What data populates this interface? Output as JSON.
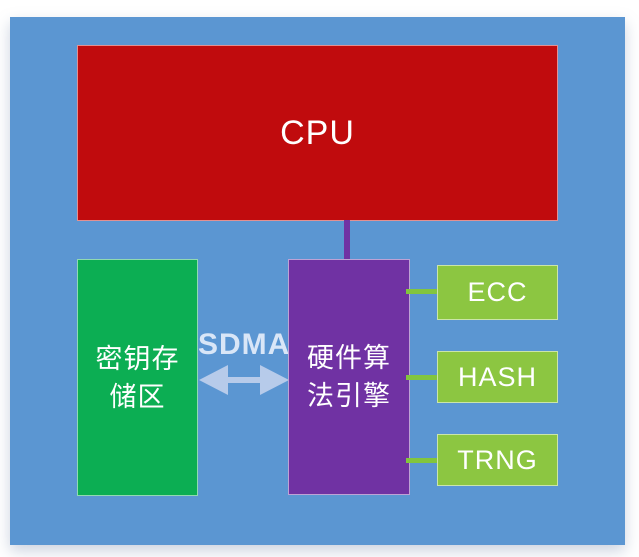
{
  "diagram": {
    "colors": {
      "panel": "#5b96d2",
      "cpu_fill": "#c00b0d",
      "key_storage_fill": "#0cae53",
      "engine_fill": "#7032a3",
      "peripheral_fill": "#8cc641",
      "green_connector": "#82c53e",
      "arrow_fill": "#b7cbea",
      "sdma_text": "#d9e6f7",
      "block_text": "#ffffff"
    },
    "nodes": {
      "cpu": {
        "label": "CPU"
      },
      "key_storage": {
        "label": "密钥存储区",
        "lines": [
          "密钥存",
          "储区"
        ]
      },
      "engine": {
        "label": "硬件算法引擎",
        "lines": [
          "硬件算",
          "法引擎"
        ]
      },
      "peripherals": [
        {
          "label": "ECC"
        },
        {
          "label": "HASH"
        },
        {
          "label": "TRNG"
        }
      ]
    },
    "links": {
      "sdma_label": "SDMA"
    }
  }
}
